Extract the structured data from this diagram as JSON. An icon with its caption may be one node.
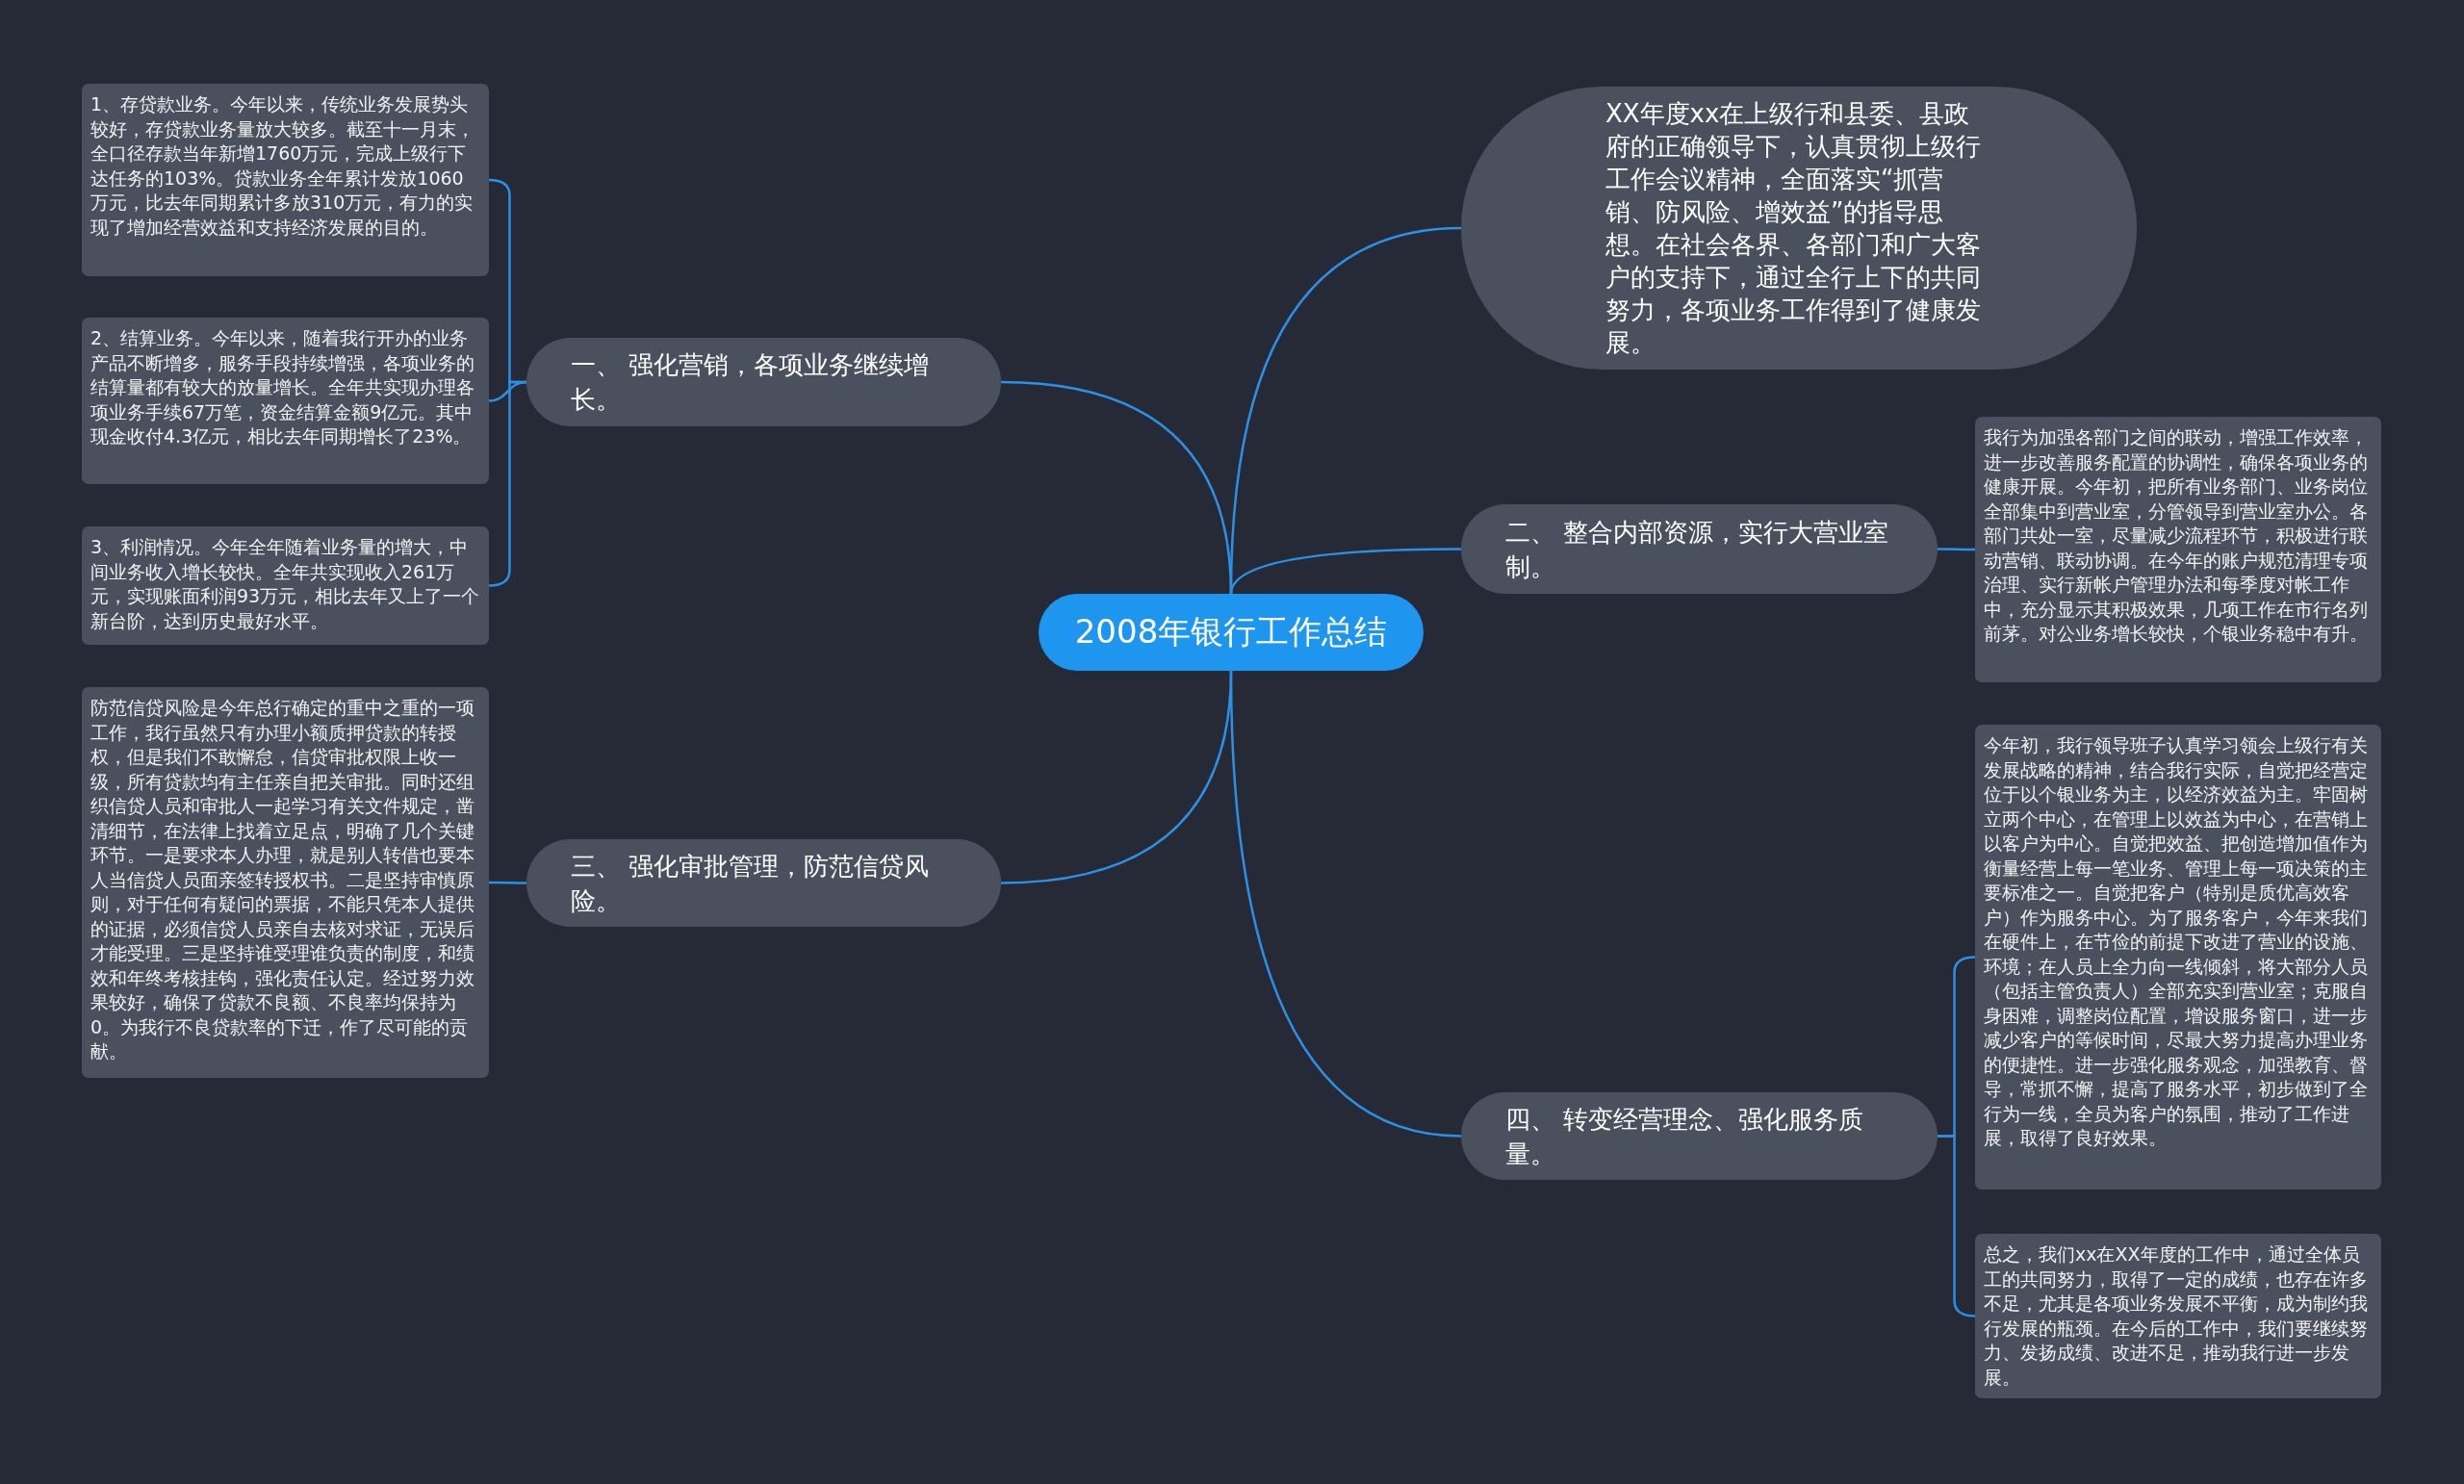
{
  "diagram": {
    "nodes": [
      {
        "text": [
          "2008年银行工作总结"
        ]
      },
      {
        "text": [
          "XX年度xx在上级行和县委、县政府的正确领导下，认真贯彻上级行工作会议精神，全面落实“抓营销、防风险、增效益”的指导思想。在社会各界、各部门和广大客户的支持下，通过全行上下的共同努力，各项业务工作得到了健康发展。"
        ]
      },
      {
        "text": [
          "一、 强化营销，各项业务继续增长。"
        ]
      },
      {
        "text": [
          "1、存贷款业务。今年以来，传统业务发展势头较好，存贷款业务量放大较多。截至十一月末，全口径存款当年新增1760万元，完成上级行下达任务的103%。贷款业务全年累计发放1060万元，比去年同期累计多放310万元，有力的实现了增加经营效益和支持经济发展的目的。"
        ]
      },
      {
        "text": [
          "2、结算业务。今年以来，随着我行开办的业务产品不断增多，服务手段持续增强，各项业务的结算量都有较大的放量增长。全年共实现办理各项业务手续67万笔，资金结算金额9亿元。其中现金收付4.3亿元，相比去年同期增长了23%。"
        ]
      },
      {
        "text": [
          "3、利润情况。今年全年随着业务量的增大，中间业务收入增长较快。全年共实现收入261万元，实现账面利润93万元，相比去年又上了一个新台阶，达到历史最好水平。"
        ]
      },
      {
        "text": [
          "二、 整合内部资源，实行大营业室制。"
        ]
      },
      {
        "text": [
          "我行为加强各部门之间的联动，增强工作效率，进一步改善服务配置的协调性，确保各项业务的健康开展。今年初，把所有业务部门、业务岗位全部集中到营业室，分管领导到营业室办公。各部门共处一室，尽量减少流程环节，积极进行联动营销、联动协调。在今年的账户规范清理专项治理、实行新帐户管理办法和每季度对帐工作中，充分显示其积极效果，几项工作在市行名列前茅。对公业务增长较快，个银业务稳中有升。"
        ]
      },
      {
        "text": [
          "三、 强化审批管理，防范信贷风险。"
        ]
      },
      {
        "text": [
          "防范信贷风险是今年总行确定的重中之重的一项工作，我行虽然只有办理小额质押贷款的转授权，但是我们不敢懈怠，信贷审批权限上收一级，所有贷款均有主任亲自把关审批。同时还组织信贷人员和审批人一起学习有关文件规定，凿清细节，在法律上找着立足点，明确了几个关键环节。一是要求本人办理，就是别人转借也要本人当信贷人员面亲签转授权书。二是坚持审慎原则，对于任何有疑问的票据，不能只凭本人提供的证据，必须信贷人员亲自去核对求证，无误后才能受理。三是坚持谁受理谁负责的制度，和绩效和年终考核挂钩，强化责任认定。经过努力效果较好，确保了贷款不良额、不良率均保持为0。为我行不良贷款率的下迁，作了尽可能的贡献。"
        ]
      },
      {
        "text": [
          "四、 转变经营理念、强化服务质量。"
        ]
      },
      {
        "text": [
          "今年初，我行领导班子认真学习领会上级行有关发展战略的精神，结合我行实际，自觉把经营定位于以个银业务为主，以经济效益为主。牢固树立两个中心，在管理上以效益为中心，在营销上以客户为中心。自觉把效益、把创造增加值作为衡量经营上每一笔业务、管理上每一项决策的主要标准之一。自觉把客户（特别是质优高效客户）作为服务中心。为了服务客户，今年来我们在硬件上，在节俭的前提下改进了营业的设施、环境；在人员上全力向一线倾斜，将大部分人员（包括主管负责人）全部充实到营业室；克服自身困难，调整岗位配置，增设服务窗口，进一步减少客户的等候时间，尽最大努力提高办理业务的便捷性。进一步强化服务观念，加强教育、督导，常抓不懈，提高了服务水平，初步做到了全行为一线，全员为客户的氛围，推动了工作进展，取得了良好效果。"
        ]
      },
      {
        "text": [
          "总之，我们xx在XX年度的工作中，通过全体员工的共同努力，取得了一定的成绩，也存在许多不足，尤其是各项业务发展不平衡，成为制约我行发展的瓶颈。在今后的工作中，我们要继续努力、发扬成绩、改进不足，推动我行进一步发展。"
        ]
      }
    ],
    "edges": [
      {
        "from": 0,
        "to": 1,
        "arrow": "none"
      },
      {
        "from": 0,
        "to": 2,
        "arrow": "none"
      },
      {
        "from": 2,
        "to": 3,
        "arrow": "none"
      },
      {
        "from": 2,
        "to": 4,
        "arrow": "none"
      },
      {
        "from": 2,
        "to": 5,
        "arrow": "none"
      },
      {
        "from": 0,
        "to": 6,
        "arrow": "none"
      },
      {
        "from": 6,
        "to": 7,
        "arrow": "none"
      },
      {
        "from": 0,
        "to": 8,
        "arrow": "none"
      },
      {
        "from": 8,
        "to": 9,
        "arrow": "none"
      },
      {
        "from": 0,
        "to": 10,
        "arrow": "none"
      },
      {
        "from": 10,
        "to": 11,
        "arrow": "none"
      },
      {
        "from": 10,
        "to": 12,
        "arrow": "none"
      }
    ]
  }
}
